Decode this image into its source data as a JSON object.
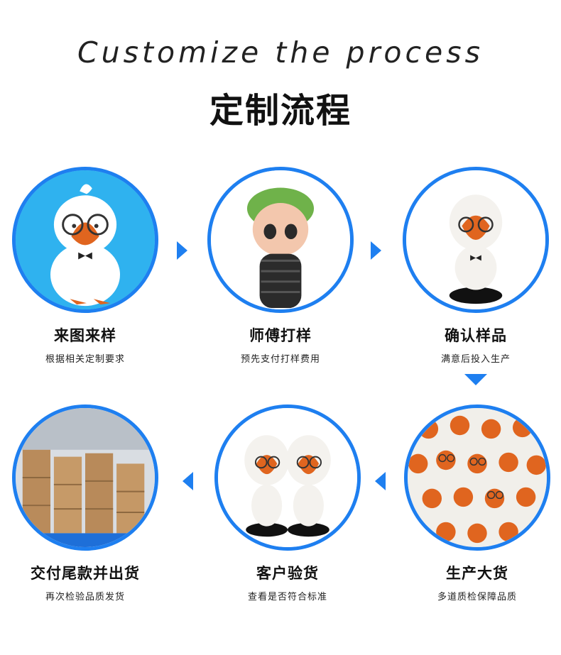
{
  "header": {
    "title_en": "Customize the process",
    "title_zh": "定制流程"
  },
  "steps": [
    {
      "title": "来图来样",
      "desc": "根据相关定制要求",
      "image": "cartoon-duck-drawing"
    },
    {
      "title": "师傅打样",
      "desc": "预先支付打样费用",
      "image": "figure-boy-with-tire"
    },
    {
      "title": "确认样品",
      "desc": "满意后投入生产",
      "image": "duck-figure-sample"
    },
    {
      "title": "生产大货",
      "desc": "多道质检保障品质",
      "image": "many-duck-figures"
    },
    {
      "title": "客户验货",
      "desc": "查看是否符合标准",
      "image": "two-duck-figures"
    },
    {
      "title": "交付尾款并出货",
      "desc": "再次检验品质发货",
      "image": "warehouse-boxes"
    }
  ],
  "colors": {
    "accent": "#1e7ff0",
    "duck_orange": "#e0651f"
  }
}
